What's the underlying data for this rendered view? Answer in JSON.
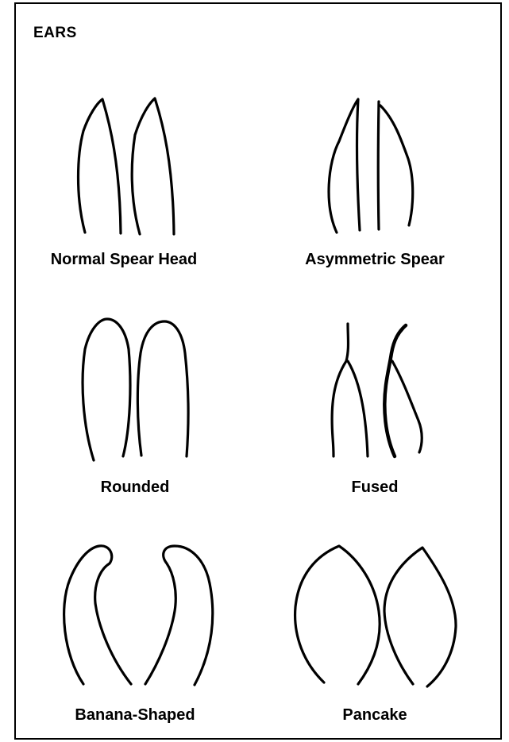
{
  "title": "EARS",
  "shapes": [
    {
      "label": "Normal Spear Head",
      "icon": "normal-spear-head-ears-icon"
    },
    {
      "label": "Asymmetric Spear",
      "icon": "asymmetric-spear-ears-icon"
    },
    {
      "label": "Rounded",
      "icon": "rounded-ears-icon"
    },
    {
      "label": "Fused",
      "icon": "fused-ears-icon"
    },
    {
      "label": "Banana-Shaped",
      "icon": "banana-shaped-ears-icon"
    },
    {
      "label": "Pancake",
      "icon": "pancake-ears-icon"
    }
  ]
}
